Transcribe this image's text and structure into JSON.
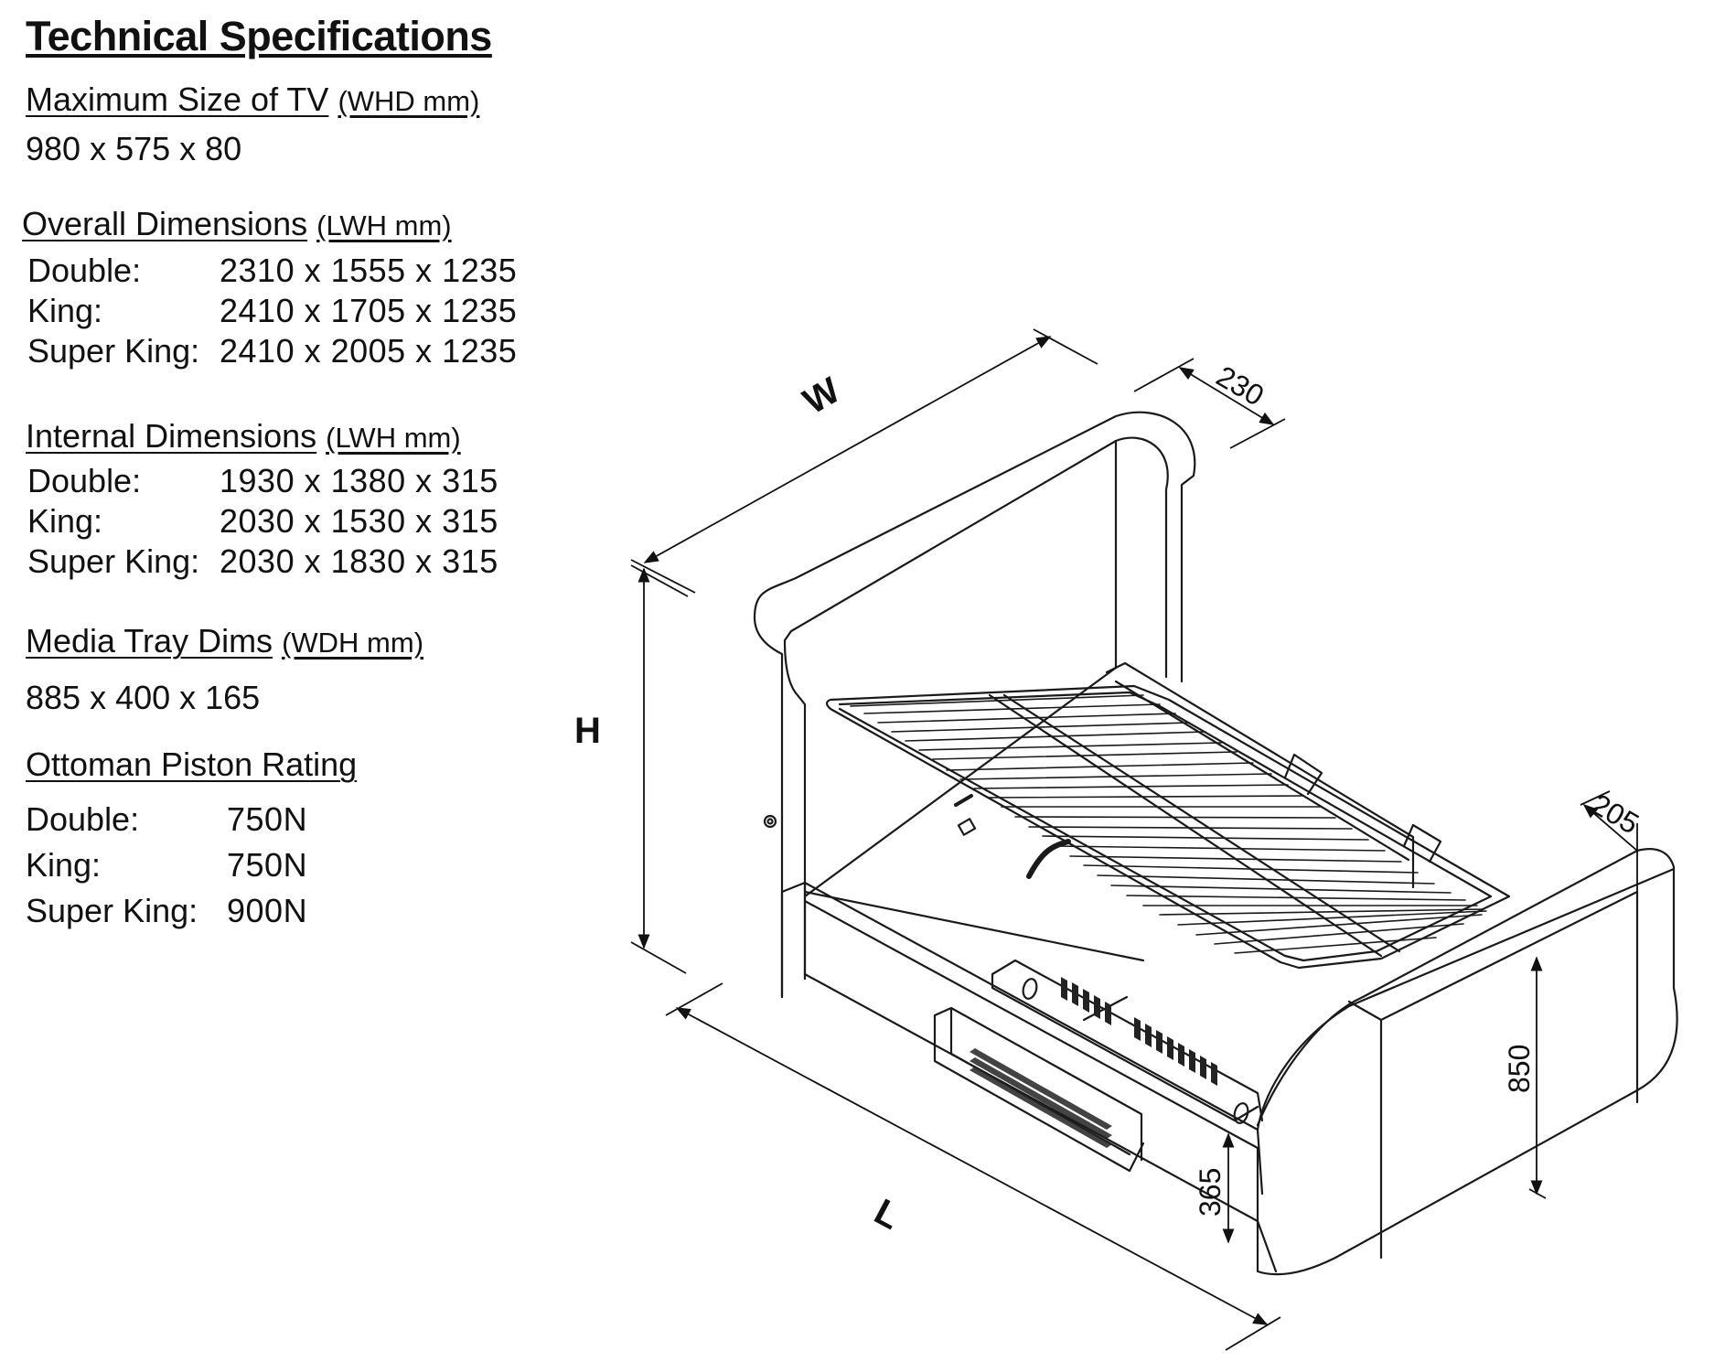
{
  "specs": {
    "title": "Technical Specifications",
    "tv": {
      "heading": "Maximum Size of TV",
      "unit": "(WHD mm)",
      "value": "980 x 575 x 80"
    },
    "overall": {
      "heading": "Overall Dimensions",
      "unit": "(LWH mm)",
      "rows": [
        {
          "label": "Double:",
          "value": "2310  x 1555  x 1235"
        },
        {
          "label": "King:",
          "value": "2410  x 1705  x 1235"
        },
        {
          "label": "Super King:",
          "value": "2410 x 2005  x 1235"
        }
      ]
    },
    "internal": {
      "heading": "Internal Dimensions",
      "unit": "(LWH mm)",
      "rows": [
        {
          "label": "Double:",
          "value": "1930  x 1380  x 315"
        },
        {
          "label": "King:",
          "value": "2030  x 1530  x 315"
        },
        {
          "label": "Super King:",
          "value": "2030  x 1830  x 315"
        }
      ]
    },
    "media": {
      "heading": "Media Tray Dims",
      "unit": "(WDH mm)",
      "value": "885 x 400 x 165"
    },
    "piston": {
      "heading": "Ottoman Piston Rating",
      "rows": [
        {
          "label": "Double:",
          "value": "750N"
        },
        {
          "label": "King:",
          "value": "750N"
        },
        {
          "label": "Super King:",
          "value": "900N"
        }
      ]
    }
  },
  "diagram": {
    "labels": {
      "w": "W",
      "h": "H",
      "l": "L",
      "d230": "230",
      "d205": "205",
      "d850": "850",
      "d365": "365"
    }
  }
}
